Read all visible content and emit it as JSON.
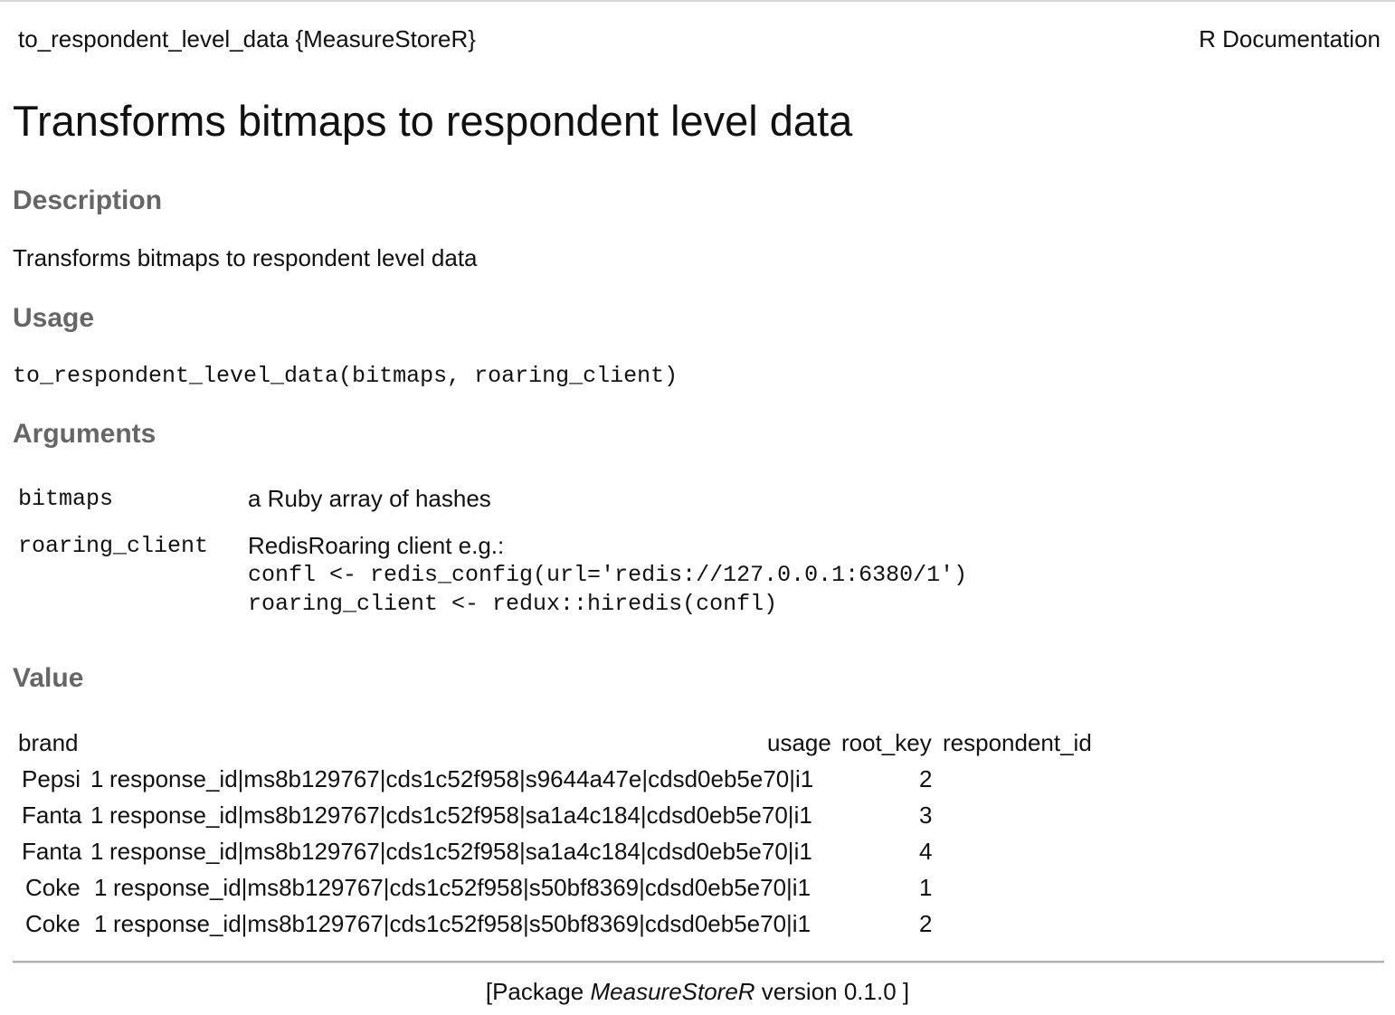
{
  "header": {
    "topic": "to_respondent_level_data {MeasureStoreR}",
    "doc_type": "R Documentation"
  },
  "title": "Transforms bitmaps to respondent level data",
  "description": {
    "heading": "Description",
    "text": "Transforms bitmaps to respondent level data"
  },
  "usage": {
    "heading": "Usage",
    "code": "to_respondent_level_data(bitmaps, roaring_client)"
  },
  "arguments": {
    "heading": "Arguments",
    "items": [
      {
        "name": "bitmaps",
        "desc": "a Ruby array of hashes",
        "code": []
      },
      {
        "name": "roaring_client",
        "desc": "RedisRoaring client e.g.:",
        "code": [
          "confl <- redis_config(url='redis://127.0.0.1:6380/1')",
          "roaring_client <- redux::hiredis(confl)"
        ]
      }
    ]
  },
  "value": {
    "heading": "Value",
    "columns": [
      "brand",
      "usage",
      "root_key",
      "respondent_id"
    ],
    "rows": [
      {
        "brand": "Pepsi",
        "usage": "1",
        "root_key": "response_id|ms8b129767|cds1c52f958|s9644a47e|cdsd0eb5e70|i1",
        "respondent_id": "2"
      },
      {
        "brand": "Fanta",
        "usage": "1",
        "root_key": "response_id|ms8b129767|cds1c52f958|sa1a4c184|cdsd0eb5e70|i1",
        "respondent_id": "3"
      },
      {
        "brand": "Fanta",
        "usage": "1",
        "root_key": "response_id|ms8b129767|cds1c52f958|sa1a4c184|cdsd0eb5e70|i1",
        "respondent_id": "4"
      },
      {
        "brand": "Coke",
        "usage": "1",
        "root_key": "response_id|ms8b129767|cds1c52f958|s50bf8369|cdsd0eb5e70|i1",
        "respondent_id": "1"
      },
      {
        "brand": "Coke",
        "usage": "1",
        "root_key": "response_id|ms8b129767|cds1c52f958|s50bf8369|cdsd0eb5e70|i1",
        "respondent_id": "2"
      }
    ]
  },
  "footer": {
    "open": "[Package ",
    "package": "MeasureStoreR",
    "version_text": " version 0.1.0 ]"
  }
}
